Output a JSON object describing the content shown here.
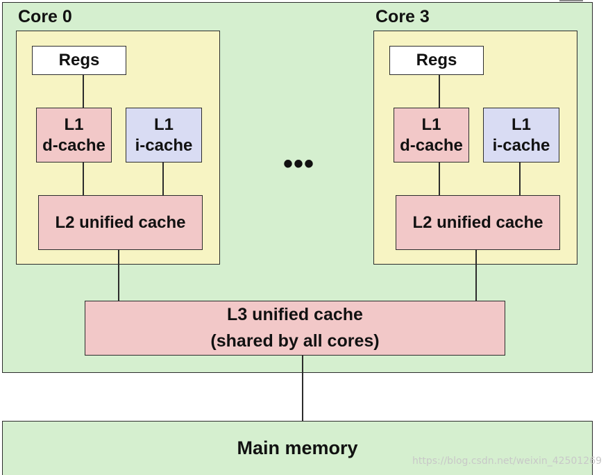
{
  "core_left": {
    "label": "Core 0",
    "regs": "Regs",
    "l1d": {
      "line1": "L1",
      "line2": "d-cache"
    },
    "l1i": {
      "line1": "L1",
      "line2": "i-cache"
    },
    "l2": "L2 unified cache"
  },
  "core_right": {
    "label": "Core 3",
    "regs": "Regs",
    "l1d": {
      "line1": "L1",
      "line2": "d-cache"
    },
    "l1i": {
      "line1": "L1",
      "line2": "i-cache"
    },
    "l2": "L2 unified cache"
  },
  "ellipsis": "•••",
  "l3": {
    "line1": "L3 unified cache",
    "line2": "(shared by all cores)"
  },
  "main_memory": "Main memory",
  "watermark": "https://blog.csdn.net/weixin_42501269",
  "colors": {
    "chip_bg": "#d5efcf",
    "core_bg": "#f7f4c3",
    "dcache_bg": "#f2c8c8",
    "icache_bg": "#d9dcf3",
    "regs_bg": "#ffffff"
  }
}
